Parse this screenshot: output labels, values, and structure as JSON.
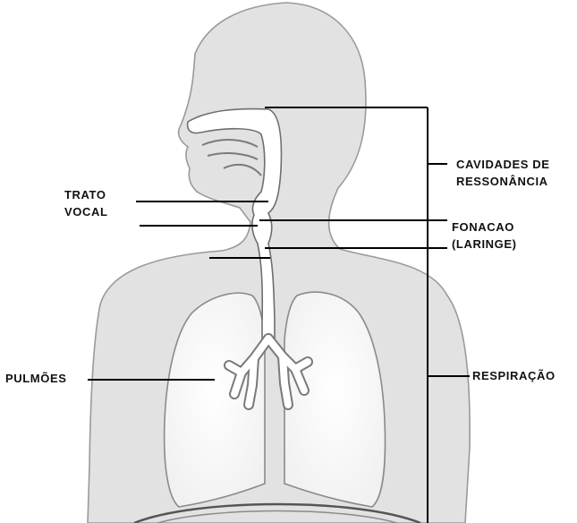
{
  "labels": {
    "trato_vocal": [
      "TRATO",
      "VOCAL"
    ],
    "cavidades": [
      "CAVIDADES DE",
      "RESSONÂNCIA"
    ],
    "fonacao": [
      "FONACAO",
      "(LARINGE)"
    ],
    "pulmoes": "PULMÕES",
    "respiracao": "RESPIRAÇÃO"
  },
  "colors": {
    "body_fill": "#e2e2e2",
    "body_outline": "#9a9a9a",
    "airway_fill": "#ffffff",
    "airway_outline": "#6e6e6e",
    "leader_line": "#000000"
  }
}
